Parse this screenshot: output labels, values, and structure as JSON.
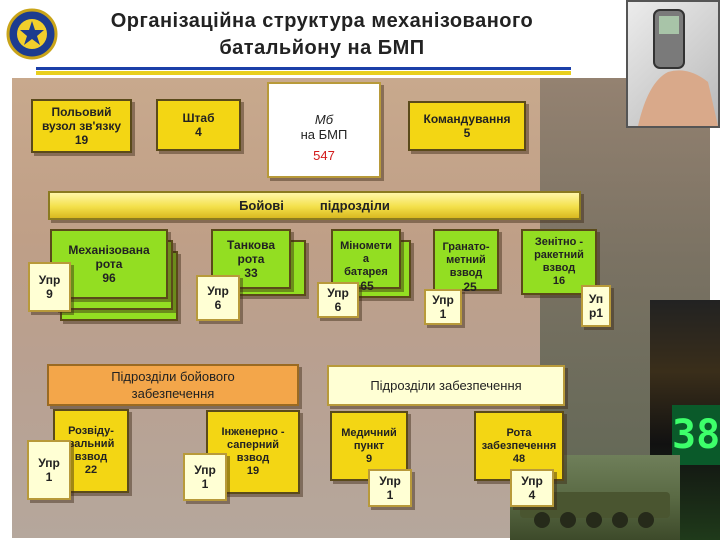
{
  "header": {
    "title_line1": "Організаційна структура механізованого",
    "title_line2": "батальйону на БМП"
  },
  "top_units": [
    {
      "label": "Польовий\nвузол зв'язку",
      "number": "19"
    },
    {
      "label": "Штаб",
      "number": "4"
    },
    {
      "label_italic": "Мб",
      "label_rest": "на БМП",
      "number": "547"
    },
    {
      "label": "Командування",
      "number": "5"
    }
  ],
  "combat_bar": {
    "word1": "Бойові",
    "word2": "підрозділи"
  },
  "combat_units": [
    {
      "label": "Механізована\nрота",
      "number": "96"
    },
    {
      "label": "Танкова\nрота",
      "number": "33"
    },
    {
      "label": "Міномети\nа\nбатарея",
      "number": "65"
    },
    {
      "label": "Гранато-\nметний\nвзвод",
      "number": "25"
    },
    {
      "label": "Зенітно -\nракетний\nвзвод",
      "number": "16"
    }
  ],
  "control_boxes": [
    {
      "label": "Упр",
      "number": "9"
    },
    {
      "label": "Упр",
      "number": "6"
    },
    {
      "label": "Упр",
      "number": "6"
    },
    {
      "label": "Упр",
      "number": "1"
    },
    {
      "label": "Уп",
      "number": "р1"
    }
  ],
  "combat_support": {
    "header": "Підрозділи бойового\nзабезпечення",
    "units": [
      {
        "label": "Розвіду-\nвальний\nвзвод",
        "number": "22"
      },
      {
        "label": "Інженерно -\nсаперний\nвзвод",
        "number": "19"
      }
    ],
    "controls": [
      {
        "label": "Упр",
        "number": "1"
      },
      {
        "label": "Упр",
        "number": "1"
      }
    ]
  },
  "logistics": {
    "header": "Підрозділи забезпечення",
    "units": [
      {
        "label": "Медичний\nпункт",
        "number": "9"
      },
      {
        "label": "Рота\nзабезпечення",
        "number": "48"
      }
    ],
    "controls": [
      {
        "label": "Упр",
        "number": "1"
      },
      {
        "label": "Упр",
        "number": "4"
      }
    ]
  },
  "photo_digits": "38"
}
